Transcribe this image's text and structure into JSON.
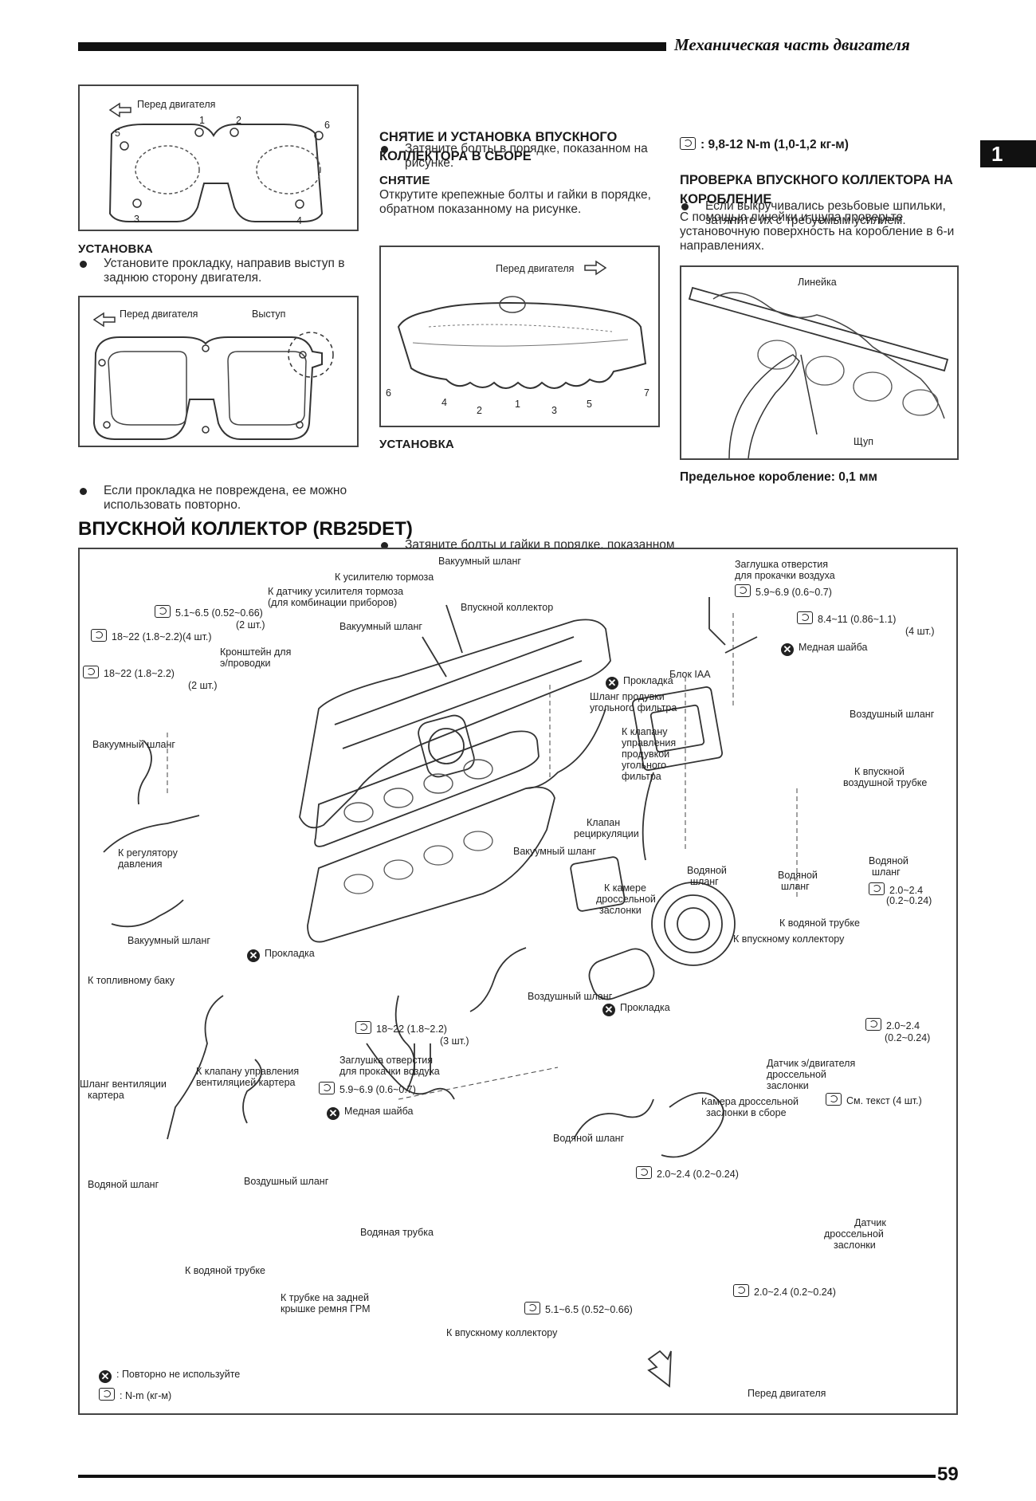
{
  "header": {
    "title": "Механическая часть двигателя",
    "tab": "1"
  },
  "fig1": {
    "front": "Перед двигателя",
    "nums": [
      "1",
      "2",
      "3",
      "4",
      "5",
      "6"
    ]
  },
  "col1": {
    "heading": "УСТАНОВКА",
    "bullet1": "Установите прокладку, направив выступ в заднюю сторону двигателя.",
    "fig_front": "Перед двигателя",
    "fig_protrusion": "Выступ",
    "bullet2": "Если прокладка не повреждена, ее можно использовать повторно."
  },
  "col2": {
    "bullet1": "Затяните болты в порядке, показанном на рисунке.",
    "section_heading": "СНЯТИЕ И УСТАНОВКА ВПУСКНОГО КОЛЛЕКТОРА В СБОРЕ",
    "removal_heading": "СНЯТИЕ",
    "removal_text": "Открутите крепежные болты и гайки в порядке, обратном показанному на рисунке.",
    "fig_front": "Перед двигателя",
    "fig_nums": [
      "6",
      "4",
      "2",
      "1",
      "3",
      "5",
      "7"
    ],
    "install_heading": "УСТАНОВКА",
    "install_bullet": "Затяните болты и гайки в порядке, показанном на рисунке."
  },
  "col3": {
    "bullet1": "Если выкручивались резьбовые шпильки, затяните их с требуемым усилием.",
    "torque": ": 9,8-12 N-m (1,0-1,2 кг-м)",
    "section_heading": "ПРОВЕРКА ВПУСКНОГО КОЛЛЕКТОРА НА КОРОБЛЕНИЕ",
    "text": "С помощью линейки и щупа проверьте установочную поверхность на коробление в 6-и направлениях.",
    "fig_ruler": "Линейка",
    "fig_feeler": "Щуп",
    "limit": "Предельное коробление: 0,1 мм"
  },
  "main": {
    "heading": "ВПУСКНОЙ КОЛЛЕКТОР (RB25DET)",
    "labels": {
      "vac_hose_top": "Вакуумный шланг",
      "to_brake_booster": "К усилителю тормоза",
      "to_sensor_1": "К датчику усилителя тормоза",
      "to_sensor_2": "(для комбинации приборов)",
      "intake_manifold": "Впускной коллектор",
      "t_51_65_a": "5.1~6.5  (0.52~0.66)",
      "qty_2a": "(2 шт.)",
      "vac_hose_2": "Вакуумный шланг",
      "t_18_22_a": "18~22  (1.8~2.2)(4 шт.)",
      "bracket_1": "Кронштейн для",
      "bracket_2": "э/проводки",
      "t_18_22_b": "18~22  (1.8~2.2)",
      "qty_2b": "(2 шт.)",
      "vac_hose_3": "Вакуумный шланг",
      "to_press_reg_1": "К регулятору",
      "to_press_reg_2": "давления",
      "vac_hose_4": "Вакуумный шланг",
      "to_fuel_tank": "К топливному баку",
      "crankcase_hose_1": "Шланг вентиляции",
      "crankcase_hose_2": "картера",
      "to_crank_valve_1": "К клапану управления",
      "to_crank_valve_2": "вентиляцией картера",
      "gasket_1": "Прокладка",
      "gasket_2": "Прокладка",
      "gasket_3": "Прокладка",
      "purge_hose_1": "Шланг продувки",
      "purge_hose_2": "угольного фильтра",
      "to_purge_valve_1": "К клапану",
      "to_purge_valve_2": "управления",
      "to_purge_valve_3": "продувкой",
      "to_purge_valve_4": "угольного",
      "to_purge_valve_5": "фильтра",
      "egr_1": "Клапан",
      "egr_2": "рециркуляции",
      "vac_hose_5": "Вакуумный шланг",
      "to_throttle_ch_1": "К камере",
      "to_throttle_ch_2": "дроссельной",
      "to_throttle_ch_3": "заслонки",
      "water_hose_1": "Водяной",
      "water_hose_1b": "шланг",
      "water_hose_2": "Водяной",
      "water_hose_2b": "шланг",
      "plug_top_1": "Заглушка отверстия",
      "plug_top_2": "для прокачки воздуха",
      "t_59_69_a": "5.9~6.9  (0.6~0.7)",
      "t_84_11": "8.4~11  (0.86~1.1)",
      "qty_4a": "(4 шт.)",
      "copper_washer_1": "Медная шайба",
      "iaa_block": "Блок IAA",
      "air_hose_1": "Воздушный шланг",
      "to_intake_tube_1": "К впускной",
      "to_intake_tube_2": "воздушной трубке",
      "water_hose_3": "Водяной",
      "water_hose_3b": "шланг",
      "t_20_24_a": "2.0~2.4",
      "t_20_24_a2": "(0.2~0.24)",
      "to_water_tube_1": "К водяной трубке",
      "to_intake_manifold_1": "К впускному коллектору",
      "air_hose_2": "Воздушный шланг",
      "t_20_24_b": "2.0~2.4",
      "t_20_24_b2": "(0.2~0.24)",
      "t_18_22_c": "18~22  (1.8~2.2)",
      "qty_3": "(3 шт.)",
      "plug_bot_1": "Заглушка отверстия",
      "plug_bot_2": "для прокачки воздуха",
      "t_59_69_b": "5.9~6.9  (0.6~0.7)",
      "copper_washer_2": "Медная шайба",
      "throttle_sensor_1": "Датчик э/двигателя",
      "throttle_sensor_2": "дроссельной",
      "throttle_sensor_3": "заслонки",
      "see_text": "См. текст (4 шт.)",
      "throttle_asm_1": "Камера дроссельной",
      "throttle_asm_2": "заслонки в сборе",
      "water_hose_4": "Водяной шланг",
      "water_hose_5": "Водяной шланг",
      "air_hose_3": "Воздушный шланг",
      "water_tube": "Водяная трубка",
      "to_water_tube_2": "К водяной трубке",
      "to_rear_cover_1": "К трубке на задней",
      "to_rear_cover_2": "крышке ремня ГРМ",
      "t_51_65_b": "5.1~6.5  (0.52~0.66)",
      "to_intake_manifold_2": "К впускному коллектору",
      "t_20_24_c": "2.0~2.4  (0.2~0.24)",
      "tps_1": "Датчик",
      "tps_2": "дроссельной",
      "tps_3": "заслонки",
      "t_20_24_d": "2.0~2.4  (0.2~0.24)",
      "front_engine": "Перед двигателя",
      "legend_reuse": ": Повторно не используйте",
      "legend_torque": ": N-m (кг-м)"
    }
  },
  "footer": {
    "page": "59"
  }
}
